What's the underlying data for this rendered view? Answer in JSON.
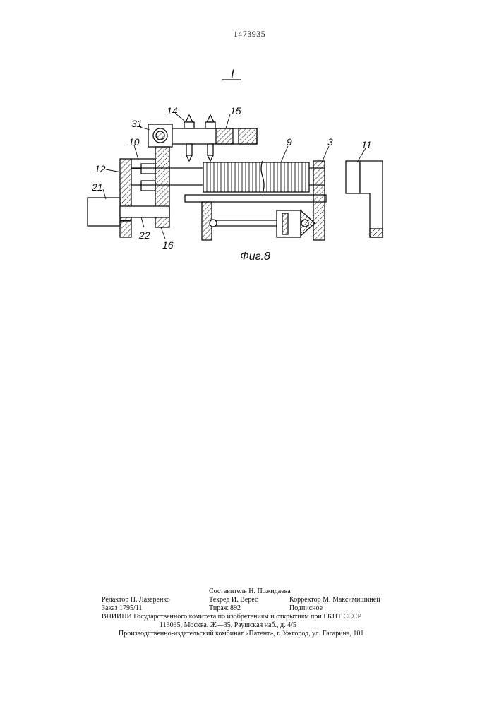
{
  "patent_number": "1473935",
  "figure": {
    "section_mark": "I",
    "caption": "Фиг.8",
    "labels": {
      "l31": "31",
      "l14": "14",
      "l15": "15",
      "l10": "10",
      "l12": "12",
      "l21": "21",
      "l22": "22",
      "l16": "16",
      "l9": "9",
      "l3": "3",
      "l11": "11"
    }
  },
  "imprint": {
    "compiler": "Составитель Н. Пожидаева",
    "editor": "Редактор Н. Лазаренко",
    "techred": "Техред И. Верес",
    "corrector": "Корректор М. Максимишинец",
    "order": "Заказ 1795/11",
    "circulation": "Тираж 892",
    "subscription": "Подписное",
    "institute": "ВНИИПИ Государственного комитета по изобретениям и открытиям при ГКНТ СССР",
    "address": "113035, Москва, Ж—35, Раушская наб., д. 4/5",
    "publisher": "Производственно-издательский комбинат «Патент», г. Ужгород, ул. Гагарина, 101"
  }
}
